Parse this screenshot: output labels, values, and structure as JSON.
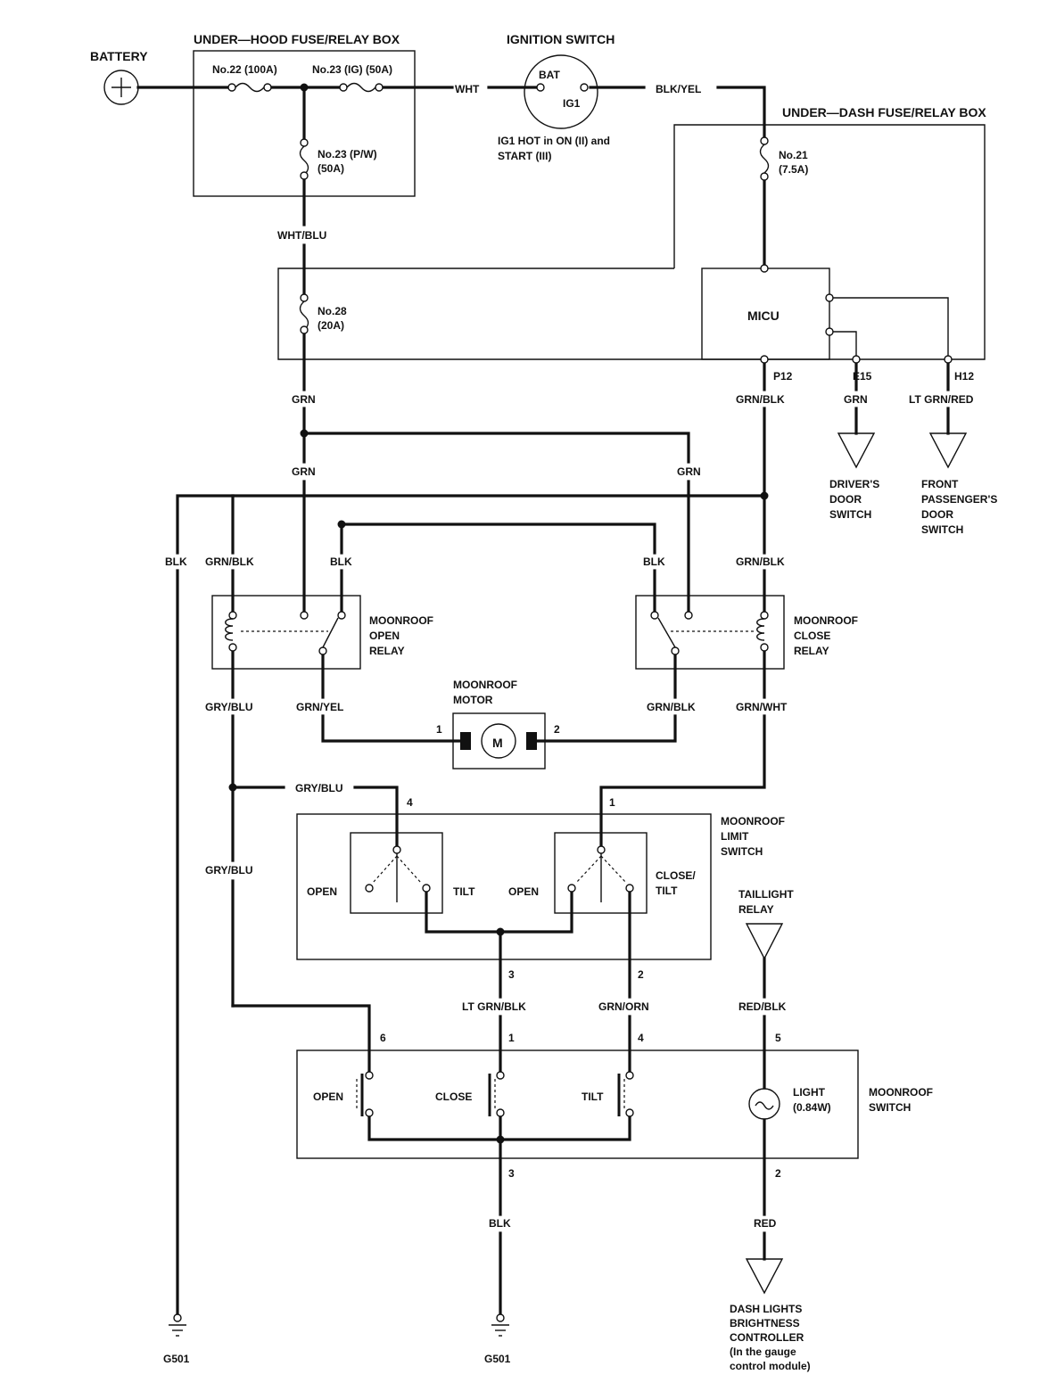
{
  "components": {
    "battery": "BATTERY",
    "underhood_box": "UNDER—HOOD FUSE/RELAY BOX",
    "fuse22": "No.22 (100A)",
    "fuse23ig": "No.23 (IG) (50A)",
    "fuse23pw": "No.23 (P/W)",
    "fuse23pw_rating": "(50A)",
    "ignition_switch": "IGNITION SWITCH",
    "ign_bat": "BAT",
    "ign_ig1": "IG1",
    "ign_note_1": "IG1 HOT in ON (II) and",
    "ign_note_2": "START (III)",
    "underdash_box": "UNDER—DASH FUSE/RELAY BOX",
    "fuse21": "No.21",
    "fuse21_rating": "(7.5A)",
    "fuse28": "No.28",
    "fuse28_rating": "(20A)",
    "micu": "MICU",
    "conn_p12": "P12",
    "conn_e15": "E15",
    "conn_h12": "H12",
    "drivers_door_switch": [
      "DRIVER'S",
      "DOOR",
      "SWITCH"
    ],
    "front_passenger_door_switch": [
      "FRONT",
      "PASSENGER'S",
      "DOOR",
      "SWITCH"
    ],
    "open_relay": [
      "MOONROOF",
      "OPEN",
      "RELAY"
    ],
    "close_relay": [
      "MOONROOF",
      "CLOSE",
      "RELAY"
    ],
    "motor": [
      "MOONROOF",
      "MOTOR"
    ],
    "motor_symbol": "M",
    "limit_switch": [
      "MOONROOF",
      "LIMIT",
      "SWITCH"
    ],
    "limit_open_left": "OPEN",
    "limit_tilt": "TILT",
    "limit_open_right": "OPEN",
    "limit_close_tilt": [
      "CLOSE/",
      "TILT"
    ],
    "taillight_relay": [
      "TAILLIGHT",
      "RELAY"
    ],
    "moonroof_switch": [
      "MOONROOF",
      "SWITCH"
    ],
    "sw_open": "OPEN",
    "sw_close": "CLOSE",
    "sw_tilt": "TILT",
    "sw_light": "LIGHT",
    "sw_light_rating": "(0.84W)",
    "dash_controller": [
      "DASH LIGHTS",
      "BRIGHTNESS",
      "CONTROLLER",
      "(In the gauge",
      "control module)"
    ],
    "ground_left": "G501",
    "ground_center": "G501"
  },
  "wires": {
    "wht": "WHT",
    "blk_yel": "BLK/YEL",
    "wht_blu": "WHT/BLU",
    "grn_main": "GRN",
    "grn_blk_micu": "GRN/BLK",
    "grn_e15": "GRN",
    "lt_grn_red": "LT GRN/RED",
    "grn_left": "GRN",
    "grn_right": "GRN",
    "blk_ground": "BLK",
    "grn_blk_open_coil": "GRN/BLK",
    "blk_open_relay": "BLK",
    "blk_close_relay": "BLK",
    "grn_blk_close_coil": "GRN/BLK",
    "gry_blu_1": "GRY/BLU",
    "grn_yel": "GRN/YEL",
    "grn_blk_motor": "GRN/BLK",
    "grn_wht": "GRN/WHT",
    "gry_blu_2": "GRY/BLU",
    "gry_blu_3": "GRY/BLU",
    "lt_grn_blk": "LT GRN/BLK",
    "grn_orn": "GRN/ORN",
    "red_blk": "RED/BLK",
    "blk_switch": "BLK",
    "red": "RED"
  },
  "pins": {
    "motor_1": "1",
    "motor_2": "2",
    "limit_4": "4",
    "limit_1": "1",
    "limit_3": "3",
    "limit_2": "2",
    "sw_6": "6",
    "sw_1": "1",
    "sw_4": "4",
    "sw_5": "5",
    "sw_3": "3",
    "sw_2": "2"
  }
}
